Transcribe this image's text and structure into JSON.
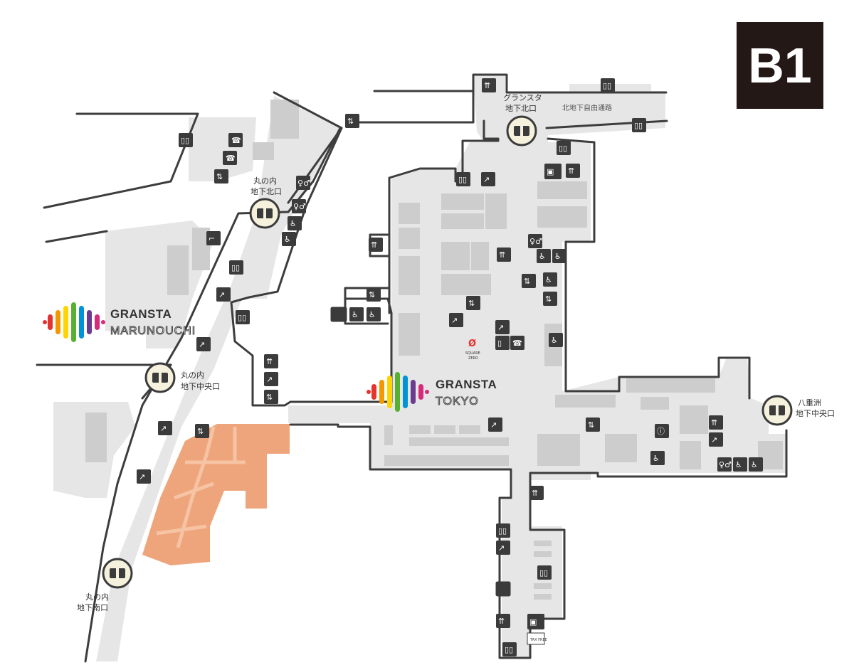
{
  "floor_label": "B1",
  "exits": {
    "gransta_north": [
      "グランスタ",
      "地下北口"
    ],
    "marunouchi_north": [
      "丸の内",
      "地下北口"
    ],
    "marunouchi_central": [
      "丸の内",
      "地下中央口"
    ],
    "marunouchi_south": [
      "丸の内",
      "地下南口"
    ],
    "yaesu_central": [
      "八重洲",
      "地下中央口"
    ]
  },
  "passage_label": "北地下自由通路",
  "brands": {
    "marunouchi": {
      "name": "GRANSTA",
      "sub": "MARUNOUCHI"
    },
    "tokyo": {
      "name": "GRANSTA",
      "sub": "TOKYO"
    },
    "square_zero": {
      "line1": "SQUARE",
      "line2": "ZERO"
    }
  },
  "brand_colors": [
    "#e5342f",
    "#f39800",
    "#ffd400",
    "#58b031",
    "#0094d6",
    "#6a3b8f",
    "#d52b7c"
  ],
  "highlight_color": "#eea57b",
  "icons": [
    "elevator-icon",
    "escalator-icon",
    "stairs-icon",
    "restroom-icon",
    "accessible-icon",
    "phone-icon",
    "locker-icon",
    "atm-icon",
    "info-icon",
    "ticket-gate-icon"
  ],
  "locker_label": "TAX FREE"
}
